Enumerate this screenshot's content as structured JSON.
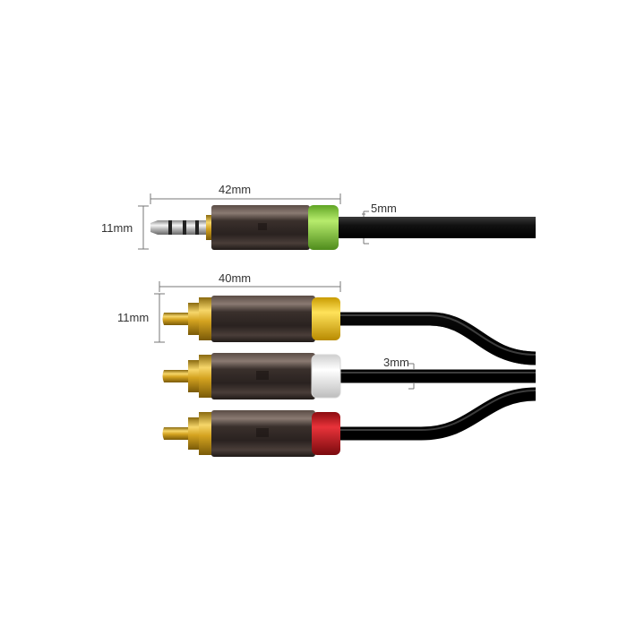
{
  "dimensions": {
    "jack_length": "42mm",
    "jack_height": "11mm",
    "jack_cable_diameter": "5mm",
    "rca_length": "40mm",
    "rca_height": "11mm",
    "rca_cable_diameter": "3mm"
  },
  "connectors": [
    {
      "name": "3.5mm jack",
      "color": "#7ec93a"
    },
    {
      "name": "rca-yellow",
      "color": "#f3c300"
    },
    {
      "name": "rca-white",
      "color": "#f1f1f1"
    },
    {
      "name": "rca-red",
      "color": "#c8161d"
    }
  ]
}
